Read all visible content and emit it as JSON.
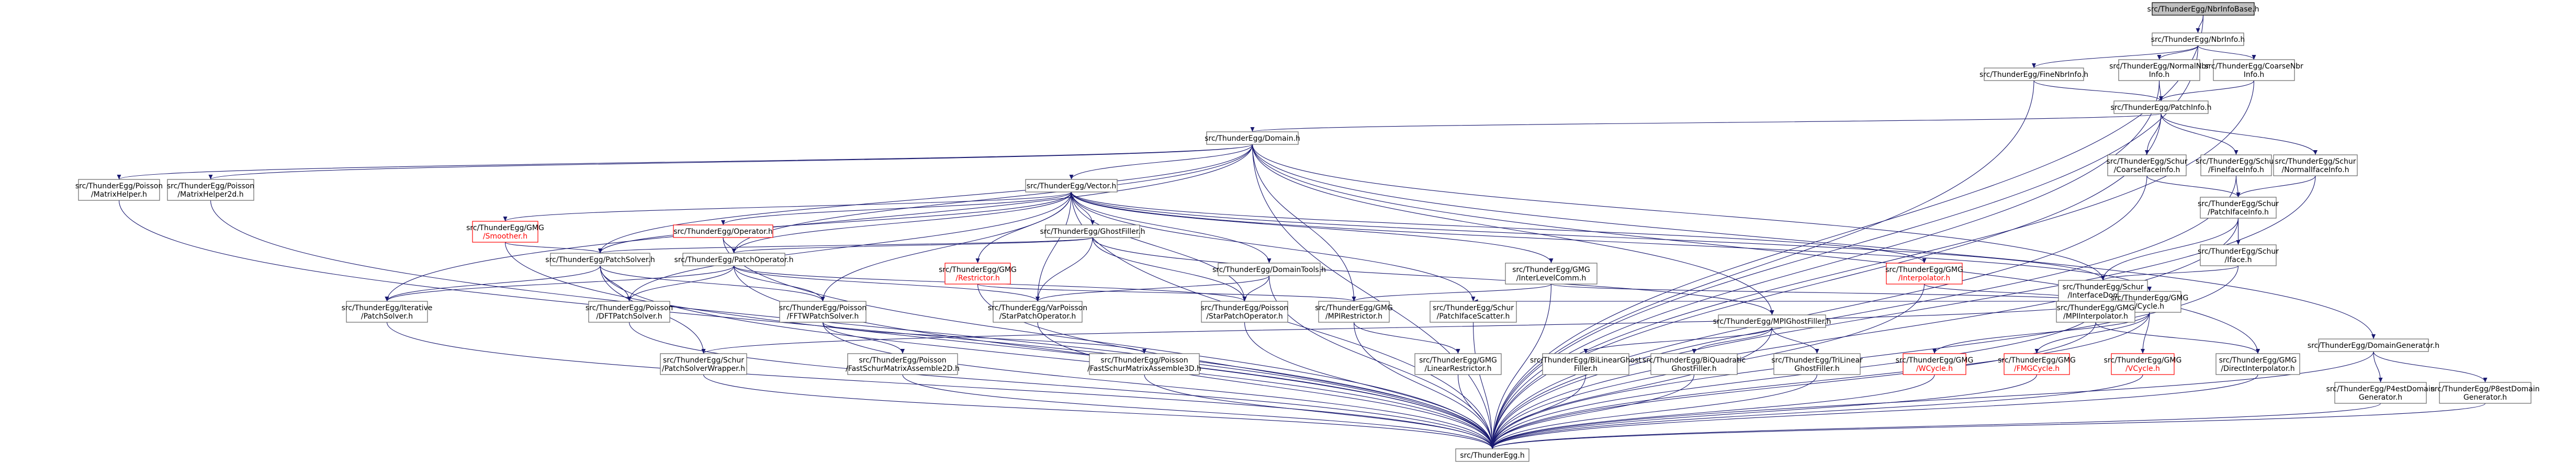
{
  "diagram": {
    "colors": {
      "edge": "#191970",
      "node_border": "#666666",
      "highlight_fill": "#bfbfbf",
      "incomplete_border": "#ff0000"
    },
    "nodes": [
      {
        "id": "nbrinfobase",
        "lines": [
          "src/ThunderEgg/NbrInfoBase.h"
        ],
        "highlight": true
      },
      {
        "id": "nbrinfo",
        "lines": [
          "src/ThunderEgg/NbrInfo.h"
        ]
      },
      {
        "id": "finenbrinfo",
        "lines": [
          "src/ThunderEgg/FineNbrInfo.h"
        ]
      },
      {
        "id": "normalnbrinfo",
        "lines": [
          "src/ThunderEgg/NormalNbr",
          "Info.h"
        ]
      },
      {
        "id": "coarsenbrinfo",
        "lines": [
          "src/ThunderEgg/CoarseNbr",
          "Info.h"
        ]
      },
      {
        "id": "patchinfo",
        "lines": [
          "src/ThunderEgg/PatchInfo.h"
        ]
      },
      {
        "id": "domain",
        "lines": [
          "src/ThunderEgg/Domain.h"
        ]
      },
      {
        "id": "schurcoarse",
        "lines": [
          "src/ThunderEgg/Schur",
          "/CoarseIfaceInfo.h"
        ]
      },
      {
        "id": "schurfine",
        "lines": [
          "src/ThunderEgg/Schur",
          "/FineIfaceInfo.h"
        ]
      },
      {
        "id": "schurnormal",
        "lines": [
          "src/ThunderEgg/Schur",
          "/NormalIfaceInfo.h"
        ]
      },
      {
        "id": "schurpatchiface",
        "lines": [
          "src/ThunderEgg/Schur",
          "/PatchIfaceInfo.h"
        ]
      },
      {
        "id": "schuriface",
        "lines": [
          "src/ThunderEgg/Schur",
          "/Iface.h"
        ]
      },
      {
        "id": "poissonmh",
        "lines": [
          "src/ThunderEgg/Poisson",
          "/MatrixHelper.h"
        ]
      },
      {
        "id": "poissonmh2d",
        "lines": [
          "src/ThunderEgg/Poisson",
          "/MatrixHelper2d.h"
        ]
      },
      {
        "id": "vector",
        "lines": [
          "src/ThunderEgg/Vector.h"
        ]
      },
      {
        "id": "gmgsmoother",
        "lines": [
          "src/ThunderEgg/GMG",
          "/Smoother.h"
        ],
        "red": true
      },
      {
        "id": "operator",
        "lines": [
          "src/ThunderEgg/Operator.h"
        ],
        "red": true
      },
      {
        "id": "ghostfiller",
        "lines": [
          "src/ThunderEgg/GhostFiller.h"
        ]
      },
      {
        "id": "patchsolver",
        "lines": [
          "src/ThunderEgg/PatchSolver.h"
        ]
      },
      {
        "id": "patchoperator",
        "lines": [
          "src/ThunderEgg/PatchOperator.h"
        ]
      },
      {
        "id": "gmgrestrictor",
        "lines": [
          "src/ThunderEgg/GMG",
          "/Restrictor.h"
        ],
        "red": true
      },
      {
        "id": "domaintools",
        "lines": [
          "src/ThunderEgg/DomainTools.h"
        ]
      },
      {
        "id": "gmginterlevel",
        "lines": [
          "src/ThunderEgg/GMG",
          "/InterLevelComm.h"
        ]
      },
      {
        "id": "gmginterpolator",
        "lines": [
          "src/ThunderEgg/GMG",
          "/Interpolator.h"
        ],
        "red": true
      },
      {
        "id": "schurifacedomain",
        "lines": [
          "src/ThunderEgg/Schur",
          "/InterfaceDomain.h"
        ]
      },
      {
        "id": "iterpatchsolver",
        "lines": [
          "src/ThunderEgg/Iterative",
          "/PatchSolver.h"
        ]
      },
      {
        "id": "dftpatchsolver",
        "lines": [
          "src/ThunderEgg/Poisson",
          "/DFTPatchSolver.h"
        ]
      },
      {
        "id": "fftwpatchsolver",
        "lines": [
          "src/ThunderEgg/Poisson",
          "/FFTWPatchSolver.h"
        ]
      },
      {
        "id": "varpoisson",
        "lines": [
          "src/ThunderEgg/VarPoisson",
          "/StarPatchOperator.h"
        ]
      },
      {
        "id": "poissonstar",
        "lines": [
          "src/ThunderEgg/Poisson",
          "/StarPatchOperator.h"
        ]
      },
      {
        "id": "gmgmprestrictor",
        "lines": [
          "src/ThunderEgg/GMG",
          "/MPIRestrictor.h"
        ]
      },
      {
        "id": "schurpatchscatter",
        "lines": [
          "src/ThunderEgg/Schur",
          "/PatchIfaceScatter.h"
        ]
      },
      {
        "id": "mpighostfiller",
        "lines": [
          "src/ThunderEgg/MPIGhostFiller.h"
        ]
      },
      {
        "id": "gmgcycle",
        "lines": [
          "src/ThunderEgg/GMG",
          "/Cycle.h"
        ]
      },
      {
        "id": "gmgmpiinterp",
        "lines": [
          "src/ThunderEgg/GMG",
          "/MPIInterpolator.h"
        ]
      },
      {
        "id": "domaingen",
        "lines": [
          "src/ThunderEgg/DomainGenerator.h"
        ]
      },
      {
        "id": "schurpatchsolverwrapper",
        "lines": [
          "src/ThunderEgg/Schur",
          "/PatchSolverWrapper.h"
        ]
      },
      {
        "id": "fastschur2d",
        "lines": [
          "src/ThunderEgg/Poisson",
          "/FastSchurMatrixAssemble2D.h"
        ]
      },
      {
        "id": "fastschur3d",
        "lines": [
          "src/ThunderEgg/Poisson",
          "/FastSchurMatrixAssemble3D.h"
        ]
      },
      {
        "id": "gmglinrestrictor",
        "lines": [
          "src/ThunderEgg/GMG",
          "/LinearRestrictor.h"
        ]
      },
      {
        "id": "bilinear",
        "lines": [
          "src/ThunderEgg/BiLinearGhost",
          "Filler.h"
        ]
      },
      {
        "id": "biquadratic",
        "lines": [
          "src/ThunderEgg/BiQuadratic",
          "GhostFiller.h"
        ]
      },
      {
        "id": "trilinear",
        "lines": [
          "src/ThunderEgg/TriLinear",
          "GhostFiller.h"
        ]
      },
      {
        "id": "wcycle",
        "lines": [
          "src/ThunderEgg/GMG",
          "/WCycle.h"
        ],
        "red": true
      },
      {
        "id": "fmgcycle",
        "lines": [
          "src/ThunderEgg/GMG",
          "/FMGCycle.h"
        ],
        "red": true
      },
      {
        "id": "vcycle",
        "lines": [
          "src/ThunderEgg/GMG",
          "/VCycle.h"
        ],
        "red": true
      },
      {
        "id": "directinterp",
        "lines": [
          "src/ThunderEgg/GMG",
          "/DirectInterpolator.h"
        ]
      },
      {
        "id": "p4estgen",
        "lines": [
          "src/ThunderEgg/P4estDomain",
          "Generator.h"
        ]
      },
      {
        "id": "p8estgen",
        "lines": [
          "src/ThunderEgg/P8estDomain",
          "Generator.h"
        ]
      },
      {
        "id": "thunderegg",
        "lines": [
          "src/ThunderEgg.h"
        ]
      }
    ],
    "edges": [
      [
        "nbrinfobase",
        "nbrinfo"
      ],
      [
        "nbrinfobase",
        "thunderegg"
      ],
      [
        "nbrinfo",
        "finenbrinfo"
      ],
      [
        "nbrinfo",
        "normalnbrinfo"
      ],
      [
        "nbrinfo",
        "coarsenbrinfo"
      ],
      [
        "nbrinfo",
        "thunderegg"
      ],
      [
        "finenbrinfo",
        "patchinfo"
      ],
      [
        "finenbrinfo",
        "thunderegg"
      ],
      [
        "normalnbrinfo",
        "patchinfo"
      ],
      [
        "normalnbrinfo",
        "thunderegg"
      ],
      [
        "coarsenbrinfo",
        "patchinfo"
      ],
      [
        "coarsenbrinfo",
        "thunderegg"
      ],
      [
        "patchinfo",
        "domain"
      ],
      [
        "patchinfo",
        "schurcoarse"
      ],
      [
        "patchinfo",
        "schurfine"
      ],
      [
        "patchinfo",
        "schurnormal"
      ],
      [
        "patchinfo",
        "thunderegg"
      ],
      [
        "schurcoarse",
        "schurpatchiface"
      ],
      [
        "schurcoarse",
        "thunderegg"
      ],
      [
        "schurfine",
        "schurpatchiface"
      ],
      [
        "schurfine",
        "thunderegg"
      ],
      [
        "schurnormal",
        "schurpatchiface"
      ],
      [
        "schurnormal",
        "thunderegg"
      ],
      [
        "schurpatchiface",
        "schuriface"
      ],
      [
        "schurpatchiface",
        "schurifacedomain"
      ],
      [
        "schurpatchiface",
        "thunderegg"
      ],
      [
        "schuriface",
        "schurifacedomain"
      ],
      [
        "schuriface",
        "thunderegg"
      ],
      [
        "domain",
        "poissonmh"
      ],
      [
        "domain",
        "poissonmh2d"
      ],
      [
        "domain",
        "vector"
      ],
      [
        "domain",
        "patchsolver"
      ],
      [
        "domain",
        "patchoperator"
      ],
      [
        "domain",
        "iterpatchsolver"
      ],
      [
        "domain",
        "domaingen"
      ],
      [
        "domain",
        "mpighostfiller"
      ],
      [
        "domain",
        "gmgmprestrictor"
      ],
      [
        "domain",
        "schurifacedomain"
      ],
      [
        "domain",
        "directinterp"
      ],
      [
        "domain",
        "thunderegg"
      ],
      [
        "poissonmh",
        "thunderegg"
      ],
      [
        "poissonmh2d",
        "thunderegg"
      ],
      [
        "vector",
        "gmgsmoother"
      ],
      [
        "vector",
        "operator"
      ],
      [
        "vector",
        "ghostfiller"
      ],
      [
        "vector",
        "patchsolver"
      ],
      [
        "vector",
        "patchoperator"
      ],
      [
        "vector",
        "gmgrestrictor"
      ],
      [
        "vector",
        "domaintools"
      ],
      [
        "vector",
        "gmginterlevel"
      ],
      [
        "vector",
        "gmginterpolator"
      ],
      [
        "vector",
        "schurifacedomain"
      ],
      [
        "vector",
        "gmgcycle"
      ],
      [
        "vector",
        "schurpatchscatter"
      ],
      [
        "vector",
        "fftwpatchsolver"
      ],
      [
        "vector",
        "dftpatchsolver"
      ],
      [
        "vector",
        "varpoisson"
      ],
      [
        "vector",
        "poissonstar"
      ],
      [
        "vector",
        "thunderegg"
      ],
      [
        "gmgsmoother",
        "patchsolver"
      ],
      [
        "gmgsmoother",
        "thunderegg"
      ],
      [
        "operator",
        "patchoperator"
      ],
      [
        "operator",
        "thunderegg"
      ],
      [
        "ghostfiller",
        "patchsolver"
      ],
      [
        "ghostfiller",
        "patchoperator"
      ],
      [
        "ghostfiller",
        "mpighostfiller"
      ],
      [
        "ghostfiller",
        "varpoisson"
      ],
      [
        "ghostfiller",
        "poissonstar"
      ],
      [
        "patchsolver",
        "iterpatchsolver"
      ],
      [
        "patchsolver",
        "dftpatchsolver"
      ],
      [
        "patchsolver",
        "fftwpatchsolver"
      ],
      [
        "patchsolver",
        "schurpatchsolverwrapper"
      ],
      [
        "patchsolver",
        "thunderegg"
      ],
      [
        "patchoperator",
        "iterpatchsolver"
      ],
      [
        "patchoperator",
        "dftpatchsolver"
      ],
      [
        "patchoperator",
        "fftwpatchsolver"
      ],
      [
        "patchoperator",
        "varpoisson"
      ],
      [
        "patchoperator",
        "poissonstar"
      ],
      [
        "patchoperator",
        "thunderegg"
      ],
      [
        "gmgrestrictor",
        "gmgmprestrictor"
      ],
      [
        "gmgrestrictor",
        "thunderegg"
      ],
      [
        "domaintools",
        "varpoisson"
      ],
      [
        "domaintools",
        "poissonstar"
      ],
      [
        "domaintools",
        "thunderegg"
      ],
      [
        "gmginterlevel",
        "gmgmprestrictor"
      ],
      [
        "gmginterlevel",
        "gmgmpiinterp"
      ],
      [
        "gmginterlevel",
        "thunderegg"
      ],
      [
        "gmginterpolator",
        "gmgmpiinterp"
      ],
      [
        "gmginterpolator",
        "thunderegg"
      ],
      [
        "schurifacedomain",
        "schurpatchscatter"
      ],
      [
        "schurifacedomain",
        "schurpatchsolverwrapper"
      ],
      [
        "schurifacedomain",
        "thunderegg"
      ],
      [
        "iterpatchsolver",
        "thunderegg"
      ],
      [
        "dftpatchsolver",
        "thunderegg"
      ],
      [
        "fftwpatchsolver",
        "fastschur2d"
      ],
      [
        "fftwpatchsolver",
        "fastschur3d"
      ],
      [
        "fftwpatchsolver",
        "thunderegg"
      ],
      [
        "varpoisson",
        "thunderegg"
      ],
      [
        "poissonstar",
        "thunderegg"
      ],
      [
        "gmgmprestrictor",
        "gmglinrestrictor"
      ],
      [
        "gmgmprestrictor",
        "thunderegg"
      ],
      [
        "schurpatchscatter",
        "thunderegg"
      ],
      [
        "mpighostfiller",
        "bilinear"
      ],
      [
        "mpighostfiller",
        "biquadratic"
      ],
      [
        "mpighostfiller",
        "trilinear"
      ],
      [
        "mpighostfiller",
        "thunderegg"
      ],
      [
        "gmgcycle",
        "wcycle"
      ],
      [
        "gmgcycle",
        "fmgcycle"
      ],
      [
        "gmgcycle",
        "vcycle"
      ],
      [
        "gmgcycle",
        "thunderegg"
      ],
      [
        "gmgmpiinterp",
        "directinterp"
      ],
      [
        "gmgmpiinterp",
        "thunderegg"
      ],
      [
        "domaingen",
        "p4estgen"
      ],
      [
        "domaingen",
        "p8estgen"
      ],
      [
        "domaingen",
        "thunderegg"
      ],
      [
        "schurpatchsolverwrapper",
        "thunderegg"
      ],
      [
        "fastschur2d",
        "thunderegg"
      ],
      [
        "fastschur3d",
        "thunderegg"
      ],
      [
        "gmglinrestrictor",
        "thunderegg"
      ],
      [
        "bilinear",
        "thunderegg"
      ],
      [
        "biquadratic",
        "thunderegg"
      ],
      [
        "trilinear",
        "thunderegg"
      ],
      [
        "wcycle",
        "thunderegg"
      ],
      [
        "fmgcycle",
        "thunderegg"
      ],
      [
        "vcycle",
        "thunderegg"
      ],
      [
        "directinterp",
        "thunderegg"
      ],
      [
        "p4estgen",
        "thunderegg"
      ],
      [
        "p8estgen",
        "thunderegg"
      ]
    ]
  }
}
